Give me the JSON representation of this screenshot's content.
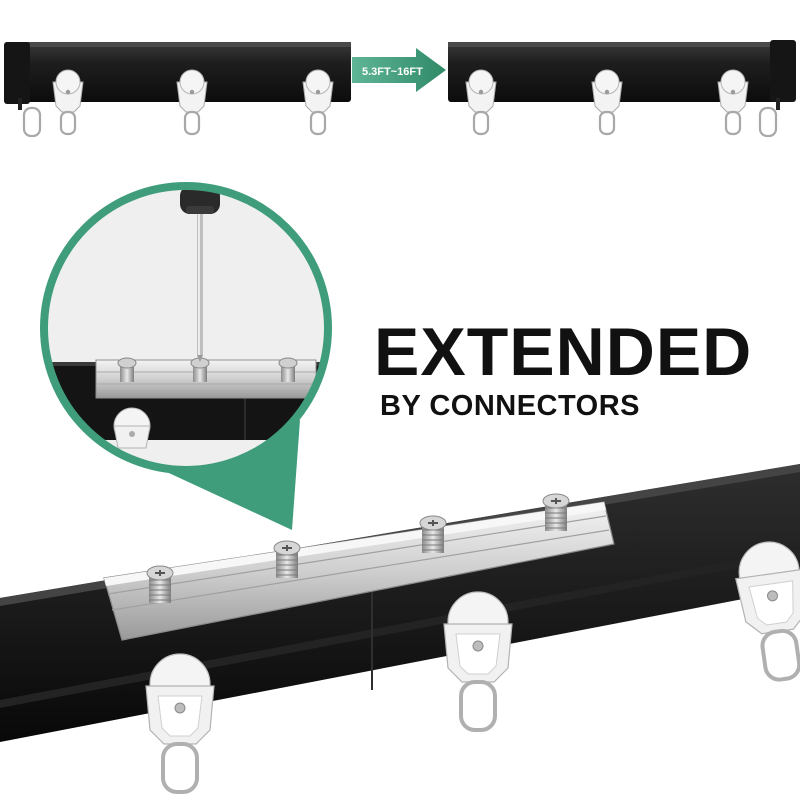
{
  "headline": "EXTENDED",
  "subline": "BY CONNECTORS",
  "length_label": "5.3FT~16FT",
  "colors": {
    "accent": "#3f9d7b",
    "rail": "#1b1b1b",
    "glider": "#f2f2f2",
    "connector": "#d9d9d9",
    "background": "#ffffff"
  },
  "icons": [
    "screwdriver-icon",
    "arrow-right-icon",
    "screw-icon",
    "curtain-hook-icon"
  ]
}
